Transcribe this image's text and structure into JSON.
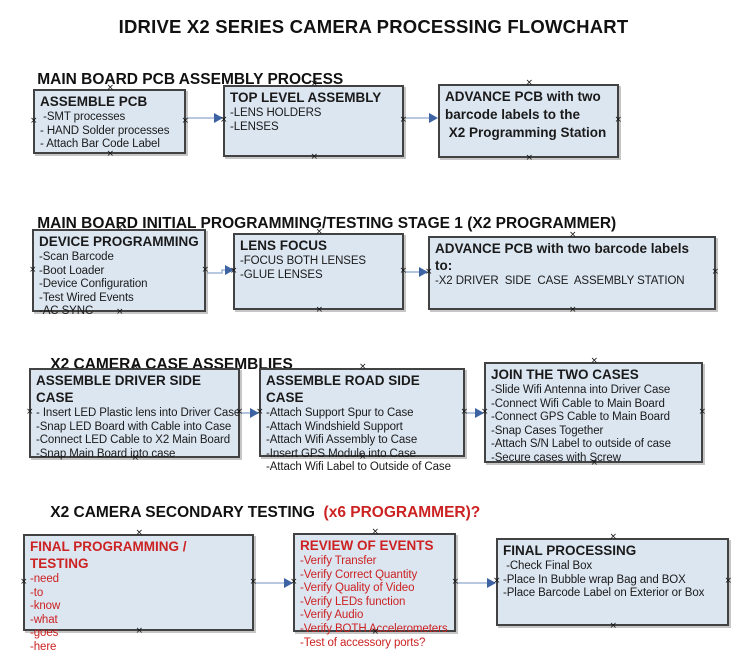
{
  "title": "IDRIVE X2  SERIES CAMERA PROCESSING FLOWCHART",
  "colors": {
    "box_fill": "#dce6f1",
    "box_border": "#424242",
    "red_text": "#cc2222",
    "arrow_line": "#9fb6d6",
    "arrow_head": "#3d63a3"
  },
  "icons": {
    "connection_handle": "x-mark"
  },
  "sections": [
    {
      "heading": "MAIN BOARD PCB ASSEMBLY PROCESS",
      "boxes": [
        {
          "title": "ASSEMBLE PCB",
          "items": [
            " -SMT processes",
            "- HAND Solder processes",
            "- Attach Bar Code Label"
          ]
        },
        {
          "title": "TOP LEVEL ASSEMBLY",
          "items": [
            "-LENS HOLDERS",
            "-LENSES"
          ]
        },
        {
          "title": "ADVANCE PCB with two barcode labels to the\n X2 Programming Station",
          "items": []
        }
      ]
    },
    {
      "heading": "MAIN BOARD INITIAL PROGRAMMING/TESTING STAGE 1 (X2 PROGRAMMER)",
      "boxes": [
        {
          "title": "DEVICE PROGRAMMING",
          "items": [
            "-Scan Barcode",
            "-Boot Loader",
            "-Device Configuration",
            "-Test Wired Events",
            "-AC SYNC"
          ]
        },
        {
          "title": "LENS FOCUS",
          "items": [
            "-FOCUS BOTH LENSES",
            "-GLUE LENSES"
          ]
        },
        {
          "title": "ADVANCE PCB with two barcode labels to:",
          "items": [
            "-X2 DRIVER  SIDE  CASE  ASSEMBLY STATION"
          ]
        }
      ]
    },
    {
      "heading": "X2 CAMERA CASE ASSEMBLIES",
      "boxes": [
        {
          "title": "ASSEMBLE DRIVER SIDE CASE",
          "items": [
            "- Insert LED Plastic lens into Driver Case",
            "-Snap LED Board with Cable into Case",
            "-Connect LED Cable to X2 Main Board",
            "-Snap Main Board into case"
          ]
        },
        {
          "title": "ASSEMBLE ROAD SIDE CASE",
          "items": [
            "-Attach Support Spur to Case",
            "-Attach Windshield Support",
            "-Attach Wifi Assembly to Case",
            "-Insert GPS Module into Case",
            "-Attach Wifi Label to Outside of Case"
          ]
        },
        {
          "title": "JOIN THE TWO CASES",
          "items": [
            "-Slide Wifi Antenna into Driver Case",
            "-Connect Wifi Cable to Main Board",
            "-Connect GPS Cable to Main Board",
            "-Snap Cases Together",
            "-Attach S/N Label to outside of case",
            "-Secure cases with Screw"
          ]
        }
      ]
    },
    {
      "heading": "X2 CAMERA SECONDARY TESTING  ",
      "heading_accent": "(x6 PROGRAMMER)?",
      "boxes": [
        {
          "title": "FINAL PROGRAMMING / TESTING",
          "items": [
            "-need",
            "-to",
            "-know",
            "-what",
            "-goes",
            "-here"
          ]
        },
        {
          "title": "REVIEW OF EVENTS",
          "items": [
            "-Verify Transfer",
            "-Verify Correct Quantity",
            "-Verify Quality of Video",
            "-Verify LEDs function",
            "-Verify Audio",
            "-Verify BOTH Accelerometers",
            "-Test of accessory ports?"
          ]
        },
        {
          "title": "FINAL PROCESSING",
          "items": [
            " -Check Final Box",
            "-Place In Bubble wrap Bag and BOX",
            "-Place Barcode Label on Exterior or Box"
          ]
        }
      ]
    }
  ]
}
